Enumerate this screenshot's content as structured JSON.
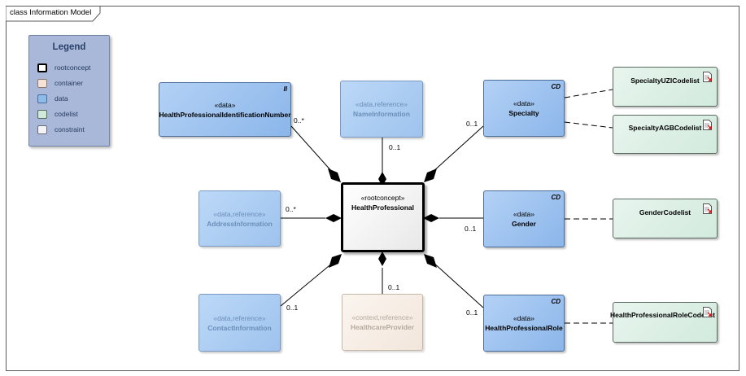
{
  "diagram": {
    "title": "class Information Model"
  },
  "legend": {
    "title": "Legend",
    "items": [
      {
        "label": "rootconcept",
        "color": "#ffffff",
        "border": "#000000"
      },
      {
        "label": "container",
        "color": "#f6e3d8",
        "border": "#8a7a70"
      },
      {
        "label": "data",
        "color": "#8fbbeb",
        "border": "#4a6c9a"
      },
      {
        "label": "codelist",
        "color": "#cfeadb",
        "border": "#5a6b60"
      },
      {
        "label": "constraint",
        "color": "#f4f4f8",
        "border": "#6a6a7a"
      }
    ]
  },
  "classes": {
    "root": {
      "stereotype": "«rootconcept»",
      "name": "HealthProfessional"
    },
    "identification": {
      "stereotype": "«data»",
      "name": "HealthProfessionalIdentificationNumber",
      "tag": "II"
    },
    "name_info": {
      "stereotype": "«data,reference»",
      "name": "NameInformation"
    },
    "specialty": {
      "stereotype": "«data»",
      "name": "Specialty",
      "tag": "CD"
    },
    "address": {
      "stereotype": "«data,reference»",
      "name": "AddressInformation"
    },
    "gender": {
      "stereotype": "«data»",
      "name": "Gender",
      "tag": "CD"
    },
    "contact": {
      "stereotype": "«data,reference»",
      "name": "ContactInformation"
    },
    "provider": {
      "stereotype": "«context,reference»",
      "name": "HealthcareProvider"
    },
    "role": {
      "stereotype": "«data»",
      "name": "HealthProfessionalRole",
      "tag": "CD"
    }
  },
  "codelists": {
    "uzi": {
      "name": "SpecialtyUZICodelist"
    },
    "agb": {
      "name": "SpecialtyAGBCodelist"
    },
    "gender": {
      "name": "GenderCodelist"
    },
    "role": {
      "name": "HealthProfessionalRoleCodelist"
    }
  },
  "multiplicities": {
    "identification": "0..*",
    "name_info": "0..1",
    "specialty": "0..1",
    "address": "0..*",
    "gender": "0..1",
    "contact": "0..1",
    "provider": "0..1",
    "role": "0..1"
  }
}
